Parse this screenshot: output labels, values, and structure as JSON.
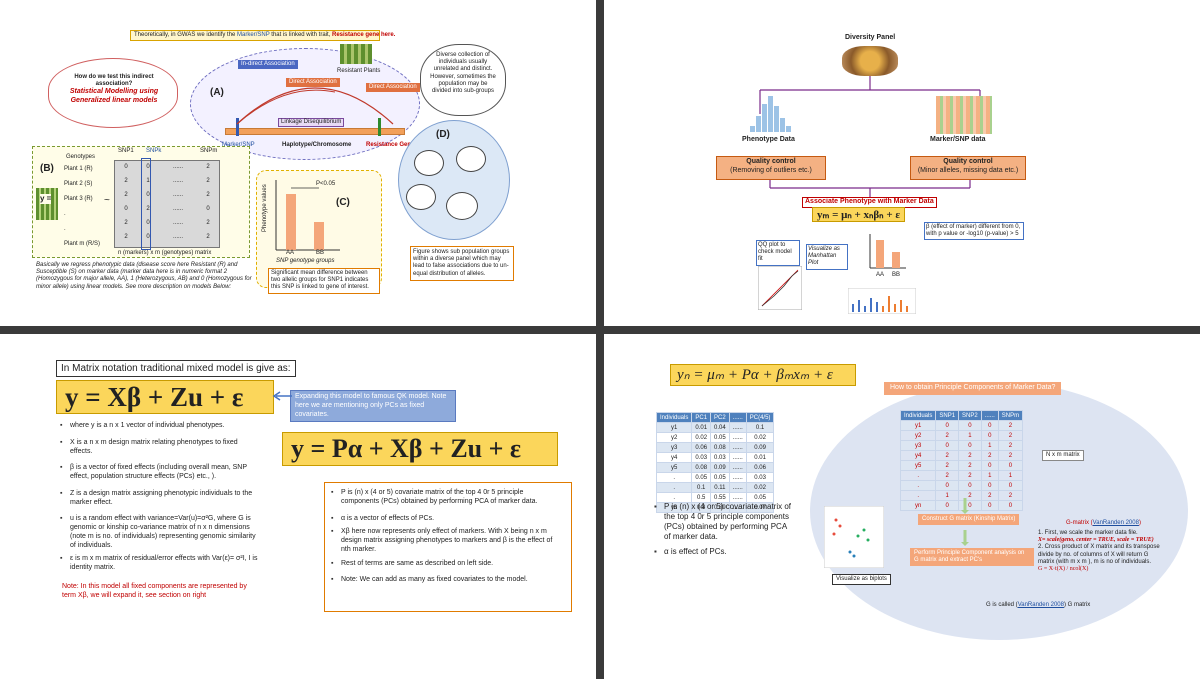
{
  "slide1": {
    "header": {
      "pre": "Theoretically, in GWAS we identify the ",
      "marker": "Marker/SNP",
      "mid": " that is linked with trait, ",
      "gene": "Resistance gene here."
    },
    "cloud": {
      "line1": "How do we test this indirect",
      "line2": "association?",
      "line3": "Statistical Modelling using",
      "line4": "Generalized linear models"
    },
    "label_a": "(A)",
    "label_b": "(B)",
    "label_c": "(C)",
    "label_d": "(D)",
    "indirect": "In-direct Association",
    "direct1": "Direct Association",
    "direct2": "Direct Association",
    "linkage": "Linkage Disequilibrium",
    "resistant_plants": "Resistant Plants",
    "marker_snp": "Marker/SNP",
    "haplotype": "Haplotype/Chromosome",
    "resistance_gene": "Resistance Gene",
    "diverse_text": "Diverse collection of individuals usually unrelated and distinct. However, sometimes the population may be divided into sub-groups",
    "genotypes": "Genotypes",
    "snp1": "SNP1",
    "snpk": "SNPk",
    "snpm": "SNPm",
    "plants": [
      "Plant 1 (R)",
      "Plant 2 (S)",
      "Plant 3 (R)",
      ".",
      ".",
      "Plant m (R/S)"
    ],
    "matrix_rows": [
      [
        "0",
        "0",
        "......",
        "2"
      ],
      [
        "2",
        "1",
        "......",
        "2"
      ],
      [
        "2",
        "0",
        "......",
        "2"
      ],
      [
        "0",
        "2",
        "......",
        "0"
      ],
      [
        "2",
        "0",
        "......",
        "2"
      ],
      [
        "2",
        "0",
        "......",
        "2"
      ]
    ],
    "y_eq": "y =",
    "tilde": "~",
    "matrix_caption": "n (markers) x m (genotypes) matrix",
    "basically": "Basically we regress phenotypic data (disease score here Resistant (R) and Susceptible (S) on marker data (marker data here is in numeric format 2 (Homozygous for major allele, AA), 1 (Heterozygous, AB) and 0 (Homozygous for minor allele) using linear models. See more description on models Below:",
    "plot_c": {
      "ylabel": "Phenotype values",
      "pval": "P<0.05",
      "cat1": "AA",
      "cat2": "BB",
      "xlabel": "SNP genotype groups",
      "note": "Significant mean difference between two allelic groups for SNP1 indicates this SNP is linked to gene of interest."
    },
    "d_note": "Figure shows sub population groups within a diverse panel which may lead to false associations due to un-equal distribution of alleles."
  },
  "slide2": {
    "title": "Diversity Panel",
    "pheno": "Phenotype Data",
    "marker": "Marker/SNP data",
    "qc1_t": "Quality control",
    "qc1_s": "(Removing of outliers etc.)",
    "qc2_t": "Quality control",
    "qc2_s": "(Minor alleles, missing data etc.)",
    "assoc": "Associate Phenotype with Marker Data",
    "eq": "yₘ = μₙ + xₙβₙ + ε",
    "beta_note": "β (effect of marker) different from 0, with p value or -log10 (p-value) > 5",
    "qq": "QQ plot to check model fit",
    "manhattan": "Visualize as Manhattan Plot",
    "aa": "AA",
    "bb": "BB"
  },
  "slide3": {
    "title": "In Matrix notation traditional mixed model is give as:",
    "eq1": "y = Xβ + Zu +  ε",
    "expanding": "Expanding this model to famous QK model. Note here we are mentioning only PCs as fixed covariates.",
    "eq2": "y = Pα + Xβ + Zu +  ε",
    "bullets": [
      "where y is a n x 1 vector of individual phenotypes.",
      "X is a n x m design matrix relating phenotypes to fixed effects.",
      "β is a vector of fixed effects (including overall mean, SNP effect, population structure effects (PCs) etc., ).",
      "Z is a design matrix assigning phenotypic individuals to the marker effect.",
      "u is a random effect with variance=Var(u)=σ²G, where G is genomic or kinship co-variance matrix of n x n dimensions (note m is no. of individuals) representing genomic similarity of individuals.",
      "ε is  m x m matrix of residual/error effects with Var(ε)= σ²I, I is identity matrix."
    ],
    "note_red": "Note: In this model all fixed components are represented by term Xβ, we will expand it, see section on right",
    "right": [
      "P is (n) x (4 or 5) covariate matrix of the top 4 0r 5 principle components (PCs) obtained by performing PCA of marker data.",
      "α is a vector of effects of PCs.",
      "Xβ  here now represents only effect of markers. With X being n x m design matrix assigning phenotypes to markers and β is the effect of nth marker.",
      "Rest of terms are same as described on left side.",
      "Note: We can add as many as fixed covariates to the model."
    ]
  },
  "slide4": {
    "eq": "yₙ = μₘ + Pα +  βₘxₘ +  ε",
    "pc_head": [
      "Individuals",
      "PC1",
      "PC2",
      "......",
      "PC(4/5)"
    ],
    "pc_rows": [
      [
        "y1",
        "0.01",
        "0.04",
        "......",
        "0.1"
      ],
      [
        "y2",
        "0.02",
        "0.05",
        "......",
        "0.02"
      ],
      [
        "y3",
        "0.06",
        "0.08",
        "......",
        "0.09"
      ],
      [
        "y4",
        "0.03",
        "0.03",
        "......",
        "0.01"
      ],
      [
        "y5",
        "0.08",
        "0.09",
        "......",
        "0.06"
      ],
      [
        ".",
        "0.05",
        "0.05",
        "......",
        "0.03"
      ],
      [
        ".",
        "0.1",
        "0.11",
        "......",
        "0.02"
      ],
      [
        ".",
        "0.5",
        "0.55",
        "......",
        "0.05"
      ],
      [
        "yn",
        "0.8",
        "0.89",
        "......",
        "0.07"
      ]
    ],
    "bullets": [
      "P is (n) x (4 or 5) covariate matrix of the top 4 0r 5 principle components (PCs) obtained by performing PCA of marker data.",
      "α is effect of PCs."
    ],
    "how": "How to obtain Principle Components of Marker Data?",
    "snp_head": [
      "Individuals",
      "SNP1",
      "SNP2",
      "......",
      "SNPm"
    ],
    "snp_rows": [
      [
        "y1",
        "0",
        "0",
        "0",
        "2"
      ],
      [
        "y2",
        "2",
        "1",
        "0",
        "2"
      ],
      [
        "y3",
        "0",
        "0",
        "1",
        "2"
      ],
      [
        "y4",
        "2",
        "2",
        "2",
        "2"
      ],
      [
        "y5",
        "2",
        "2",
        "0",
        "0"
      ],
      [
        ".",
        "2",
        "2",
        "1",
        "1"
      ],
      [
        ".",
        "0",
        "0",
        "0",
        "0"
      ],
      [
        ".",
        "1",
        "2",
        "2",
        "2"
      ],
      [
        "yn",
        "0",
        "0",
        "0",
        "0"
      ]
    ],
    "nxm": "N x m matrix",
    "construct": "Construct G matrix (Kinship Matrix)",
    "perform": "Perform Principle Component analysis on G matrix and extract PC's",
    "biplot": "Visualize as biplots",
    "gmatrix_pre": "G-matrix (",
    "gmatrix_link": "VanRanden 2008",
    "gmatrix_post": ")",
    "steps": "1. First, we scale the marker data file.",
    "scale_code": "X= scale(geno, center = TRUE, scale = TRUE)",
    "step2": "2. Cross product of X matrix and its transpose divide by no. of columns of X will return G matrix (with m x m ), m is no of individuals.",
    "gform": "G = X·t(X) / ncol(X)",
    "called_pre": "G is called  (",
    "called_link": "VanRanden 2008",
    "called_post": ") G matrix"
  }
}
